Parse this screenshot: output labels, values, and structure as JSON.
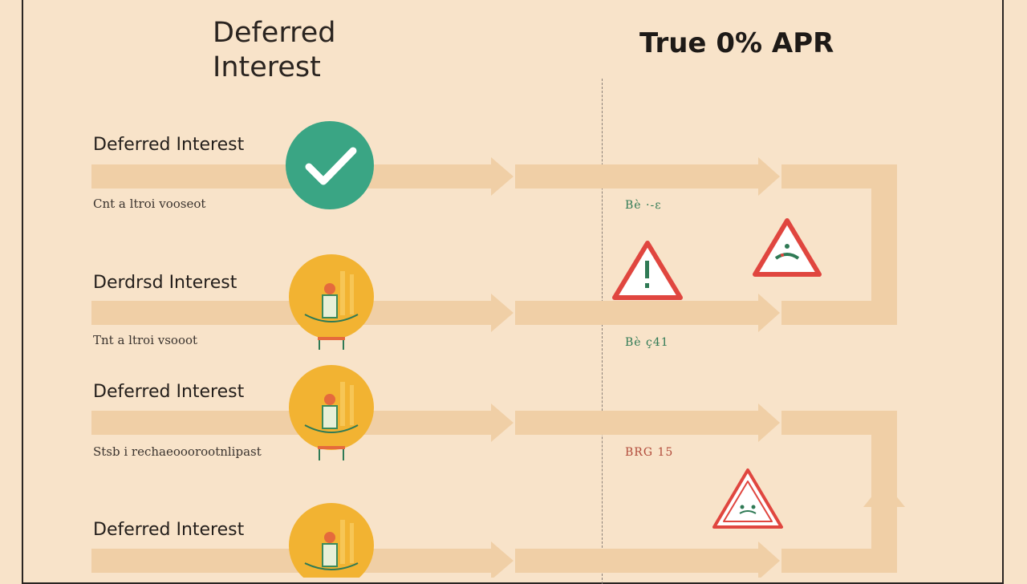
{
  "header": {
    "left_title_line1": "Deferred",
    "left_title_line2": "Interest",
    "right_title": "True 0% APR"
  },
  "rows": [
    {
      "title": "Deferred Interest",
      "subtitle": "Cnt a ltroi vooseot",
      "right_label": "Bè ·‑ε",
      "status_icon": "check-icon",
      "right_label_color": "#2f7a55"
    },
    {
      "title": "Derdrsd Interest",
      "subtitle": "Tnt a ltroi vsooot",
      "right_label": "Bè ç41",
      "status_icon": "person-icon",
      "right_label_color": "#2f7a55"
    },
    {
      "title": "Deferred Interest",
      "subtitle": "Stsb i rechaeooorootnlipast",
      "right_label": "BRG 15",
      "status_icon": "person-icon",
      "right_label_color": "#b14a3a"
    },
    {
      "title": "Deferred Interest",
      "subtitle": "",
      "right_label": "",
      "status_icon": "person-icon",
      "right_label_color": "#2f7a55"
    }
  ],
  "colors": {
    "background": "#f8e3c9",
    "arrow": "#f0cfa6",
    "check_circle": "#3aa584",
    "person_circle": "#f2b332",
    "warning_red": "#e0463f"
  }
}
